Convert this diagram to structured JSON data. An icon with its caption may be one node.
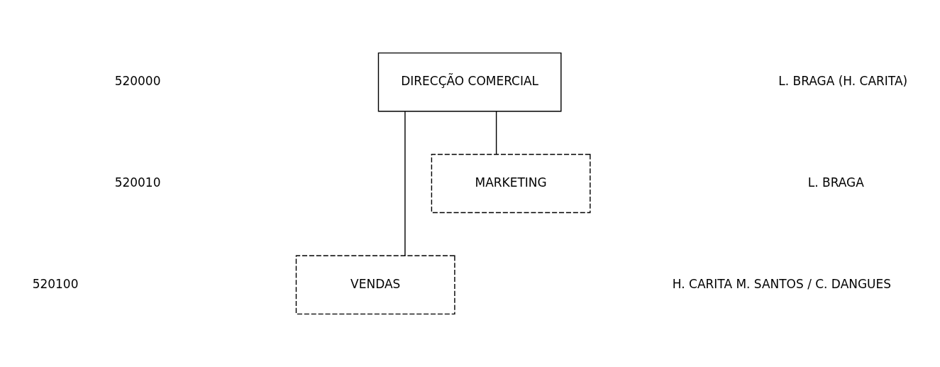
{
  "diagram": {
    "nodes": [
      {
        "text": [
          "DIRECÇÃO COMERCIAL"
        ]
      },
      {
        "text": [
          "MARKETING"
        ]
      },
      {
        "text": [
          "VENDAS"
        ]
      }
    ],
    "edges": [
      {
        "from": 0,
        "to": 1,
        "arrow": "none"
      },
      {
        "from": 0,
        "to": 2,
        "arrow": "none"
      }
    ],
    "labels": [
      "520000",
      "L. BRAGA (H. CARITA)",
      "520010",
      "L. BRAGA",
      "520100",
      "H. CARITA M. SANTOS / C. DANGUES"
    ]
  }
}
